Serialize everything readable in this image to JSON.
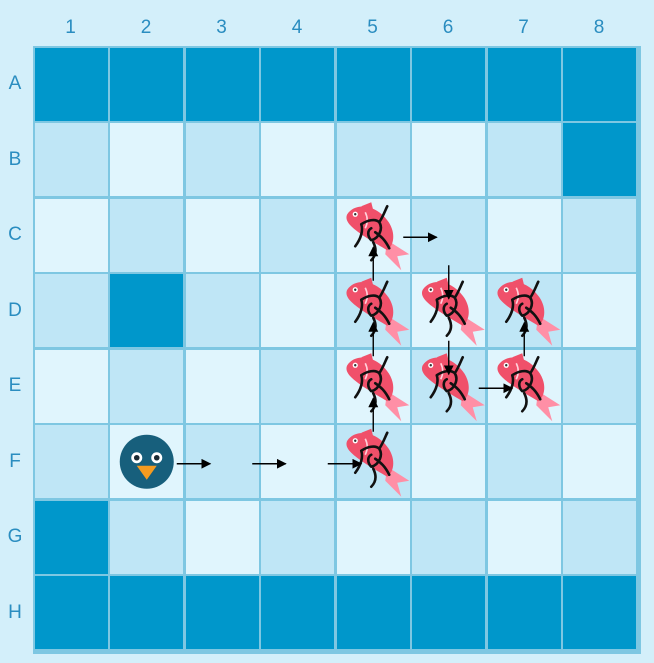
{
  "columns": [
    "1",
    "2",
    "3",
    "4",
    "5",
    "6",
    "7",
    "8"
  ],
  "rows": [
    "A",
    "B",
    "C",
    "D",
    "E",
    "F",
    "G",
    "H"
  ],
  "colors": {
    "wall": "#0097cb",
    "light": "#e0f5fd",
    "medium": "#bfe6f6",
    "grid_line": "#7ec7e2",
    "fish_body": "#f0506a",
    "fish_tail": "#ff8fa6",
    "penguin_body": "#175f7c",
    "penguin_beak": "#f59b20",
    "arrow": "#000000"
  },
  "board": [
    [
      "W",
      "W",
      "W",
      "W",
      "W",
      "W",
      "W",
      "W"
    ],
    [
      "M",
      "L",
      "M",
      "L",
      "M",
      "L",
      "M",
      "W"
    ],
    [
      "L",
      "M",
      "L",
      "M",
      "L",
      "M",
      "L",
      "M"
    ],
    [
      "M",
      "W",
      "M",
      "L",
      "M",
      "L",
      "M",
      "L"
    ],
    [
      "L",
      "M",
      "L",
      "M",
      "L",
      "M",
      "L",
      "M"
    ],
    [
      "M",
      "L",
      "M",
      "L",
      "M",
      "L",
      "M",
      "L"
    ],
    [
      "W",
      "M",
      "L",
      "M",
      "L",
      "M",
      "L",
      "M"
    ],
    [
      "W",
      "W",
      "W",
      "W",
      "W",
      "W",
      "W",
      "W"
    ]
  ],
  "penguin": {
    "icon": "penguin-icon",
    "cell": "F2"
  },
  "fish": [
    {
      "icon": "fish-icon",
      "cell": "C5"
    },
    {
      "icon": "fish-icon",
      "cell": "D5"
    },
    {
      "icon": "fish-icon",
      "cell": "D6"
    },
    {
      "icon": "fish-icon",
      "cell": "D7"
    },
    {
      "icon": "fish-icon",
      "cell": "E5"
    },
    {
      "icon": "fish-icon",
      "cell": "E6"
    },
    {
      "icon": "fish-icon",
      "cell": "E7"
    },
    {
      "icon": "fish-icon",
      "cell": "F5"
    }
  ],
  "scribble_cells": [
    "C5",
    "D5",
    "D6",
    "D7",
    "E5",
    "E6",
    "E7",
    "F5"
  ],
  "path_moves": [
    {
      "from": "F2",
      "to": "F3"
    },
    {
      "from": "F3",
      "to": "F4"
    },
    {
      "from": "F4",
      "to": "F5"
    },
    {
      "from": "F5",
      "to": "E5"
    },
    {
      "from": "E5",
      "to": "D5"
    },
    {
      "from": "D5",
      "to": "C5"
    },
    {
      "from": "C5",
      "to": "C6"
    },
    {
      "from": "C6",
      "to": "D6"
    },
    {
      "from": "D6",
      "to": "E6"
    },
    {
      "from": "E6",
      "to": "E7"
    },
    {
      "from": "E7",
      "to": "D7"
    }
  ]
}
